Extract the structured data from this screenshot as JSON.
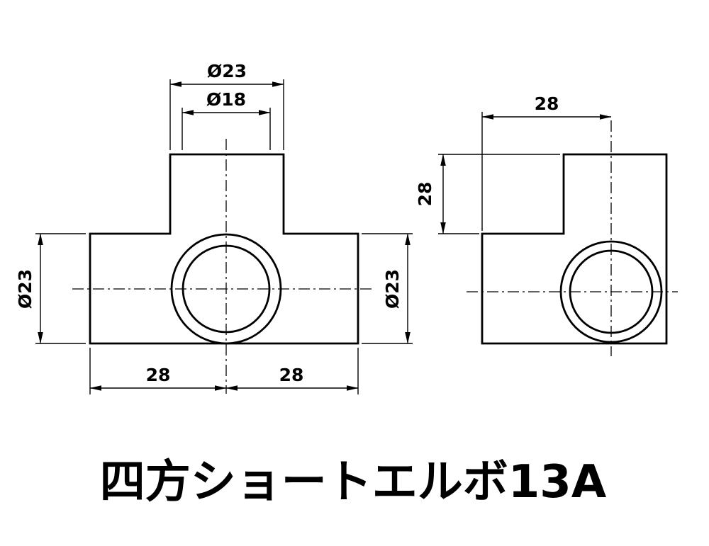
{
  "title": "四方ショートエルボ13A",
  "colors": {
    "line": "#000000",
    "background": "#ffffff"
  },
  "front_view": {
    "dims": {
      "top_outer_diameter": "Ø23",
      "top_inner_diameter": "Ø18",
      "left_height": "Ø23",
      "right_height": "Ø23",
      "bottom_left": "28",
      "bottom_right": "28"
    }
  },
  "side_view": {
    "dims": {
      "top_width": "28",
      "left_height": "28"
    }
  }
}
